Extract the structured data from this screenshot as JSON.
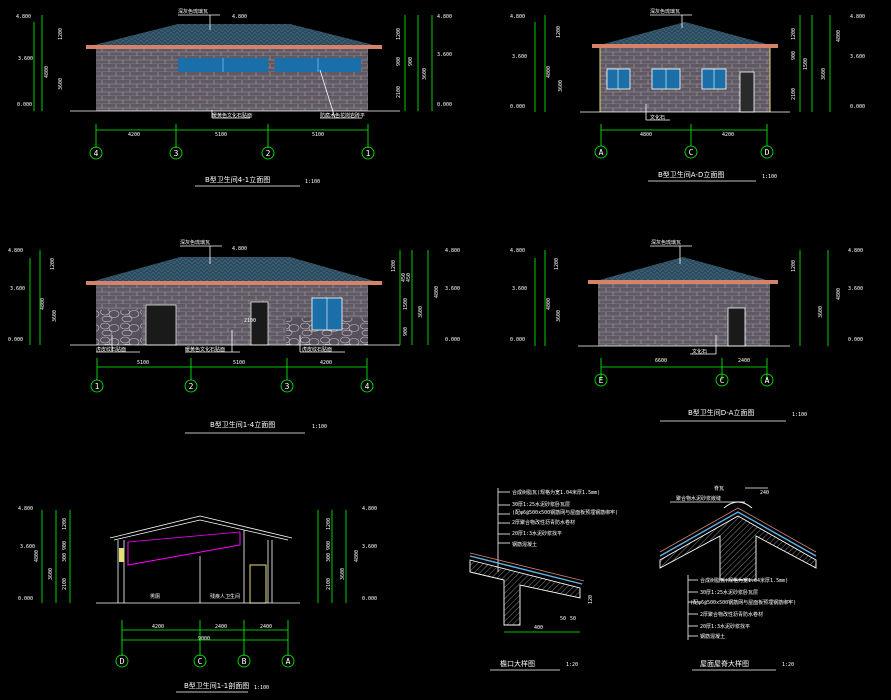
{
  "colors": {
    "background": "#000000",
    "dim": "#00ff00",
    "text": "#ffffff",
    "roof": "#2a4a5e",
    "eave": "#d4836a",
    "wall": "#6b6470",
    "frame": "#e8e070",
    "window": "#1b6fa8",
    "section": "#ff00ff"
  },
  "top_left": {
    "title": "B型卫生间4-1立面图",
    "scale": "1:100",
    "roof_note": "深灰色琉璃瓦",
    "labels": [
      "暖黄色文化石贴面",
      "防腐木色花岗岩砖平"
    ],
    "levels": [
      "4.800",
      "3.600",
      "0.000"
    ],
    "left_dims": [
      "1200",
      "4800",
      "3600"
    ],
    "right_dims": [
      "1200",
      "900",
      "900",
      "2100",
      "3600",
      "4800"
    ],
    "top_level": "4.800",
    "bottom_dims": [
      "4200",
      "5100",
      "5100"
    ],
    "axes": [
      "4",
      "3",
      "2",
      "1"
    ]
  },
  "top_right": {
    "title": "B型卫生间A-D立面图",
    "scale": "1:100",
    "roof_note": "深灰色琉璃瓦",
    "labels": [
      "文化石"
    ],
    "levels": [
      "4.800",
      "3.600",
      "0.000"
    ],
    "left_dims": [
      "1200",
      "4800",
      "3600"
    ],
    "right_dims": [
      "1200",
      "900",
      "1500",
      "2100",
      "3600",
      "4800"
    ],
    "bottom_dims": [
      "4800",
      "4200"
    ],
    "axes": [
      "A",
      "C",
      "D"
    ]
  },
  "mid_left": {
    "title": "B型卫生间1-4立面图",
    "scale": "1:100",
    "roof_note": "深灰色琉璃瓦",
    "top_level": "4.800",
    "labels": [
      "虎皮纹石贴面",
      "暖黄色文化石贴面",
      "虎皮纹石贴面"
    ],
    "levels": [
      "4.800",
      "3.600",
      "0.000"
    ],
    "left_dims": [
      "1200",
      "4800",
      "3600"
    ],
    "right_dims": [
      "1200",
      "450",
      "450",
      "1500",
      "900",
      "3600",
      "4800"
    ],
    "bottom_dims": [
      "5100",
      "5100",
      "4200"
    ],
    "door_dim": "2100",
    "axes": [
      "1",
      "2",
      "3",
      "4"
    ]
  },
  "mid_right": {
    "title": "B型卫生间D-A立面图",
    "scale": "1:100",
    "roof_note": "深灰色琉璃瓦",
    "labels": [
      "文化石"
    ],
    "levels": [
      "4.800",
      "3.600",
      "0.000"
    ],
    "left_dims": [
      "1200",
      "4800",
      "3600"
    ],
    "right_dims": [
      "1200",
      "3600",
      "4800"
    ],
    "bottom_dims": [
      "6600",
      "2400"
    ],
    "axes": [
      "E",
      "C",
      "A"
    ]
  },
  "section": {
    "title": "B型卫生间1-1剖面图",
    "scale": "1:100",
    "levels": [
      "4.800",
      "3.600",
      "0.000"
    ],
    "left_dims": [
      "1200",
      "900",
      "300",
      "2100",
      "3600",
      "4800"
    ],
    "right_dims": [
      "1200",
      "900",
      "300",
      "2100",
      "3600",
      "4800"
    ],
    "room_labels": [
      "男厕",
      "残疾人卫生间"
    ],
    "bottom_dims": [
      "4200",
      "2400",
      "2400"
    ],
    "total_dim": "9000",
    "axes": [
      "D",
      "C",
      "B",
      "A"
    ]
  },
  "eave_detail": {
    "title": "檐口大样图",
    "scale": "1:20",
    "notes": [
      "合成树脂瓦(规格为宽1.04米厚1.5mm)",
      "30厚1:25水泥砂浆卧瓦层",
      "(配φ6@500x500钢筋网与屋面板预埋钢筋绑牢)",
      "2厚聚合物改性沥青防水卷材",
      "20厚1:3水泥砂浆找平",
      "钢筋混凝土"
    ],
    "dims": [
      "400",
      "50",
      "50",
      "120"
    ]
  },
  "ridge_detail": {
    "title": "屋面屋脊大样图",
    "scale": "1:20",
    "top_notes": [
      "脊瓦",
      "聚合物水泥砂浆嵌缝",
      "240"
    ],
    "notes": [
      "合成树脂瓦(规格为宽1.04米厚1.5mm)",
      "30厚1:25水泥砂浆卧瓦层",
      "(配φ6@500x500钢筋网与屋面板预埋钢筋绑牢)",
      "2厚聚合物改性沥青防水卷材",
      "20厚1:3水泥砂浆找平",
      "钢筋混凝土"
    ]
  }
}
